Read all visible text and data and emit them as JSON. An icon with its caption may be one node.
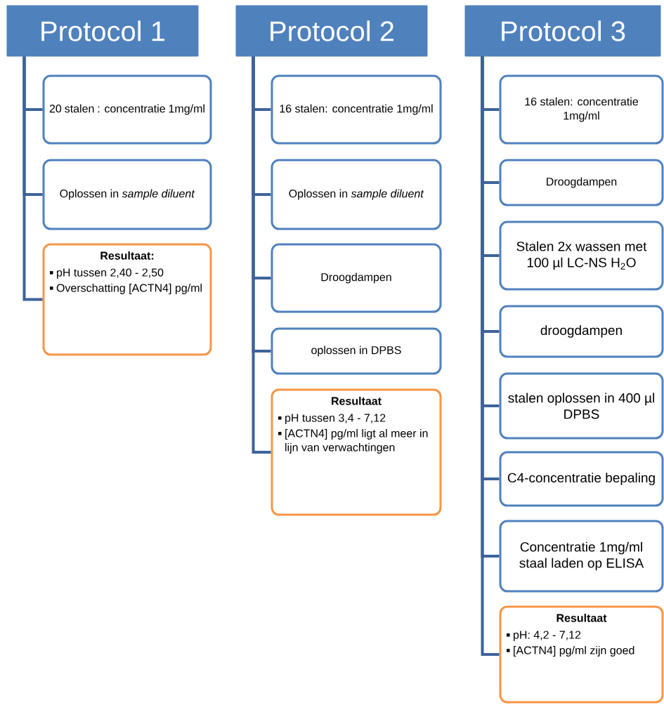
{
  "diagram": {
    "nodes": [
      {
        "text": [
          "Protocol 1"
        ]
      },
      {
        "text": [
          "20 stalen : concentratie 1mg/ml"
        ]
      },
      {
        "text": [
          "Oplossen in *sample diluent*"
        ]
      },
      {
        "text": [
          "Resultaat:",
          "pH tussen 2,40 - 2,50",
          "Overschatting [ACTN4] pg/ml"
        ]
      },
      {
        "text": [
          "Protocol 2"
        ]
      },
      {
        "text": [
          "16 stalen: concentratie 1mg/ml"
        ]
      },
      {
        "text": [
          "Oplossen in *sample diluent*"
        ]
      },
      {
        "text": [
          "Droogdampen"
        ]
      },
      {
        "text": [
          "oplossen in DPBS"
        ]
      },
      {
        "text": [
          "Resultaat",
          "pH tussen 3,4 - 7,12",
          "[ACTN4] pg/ml ligt al meer in lijn van verwachtingen"
        ]
      },
      {
        "text": [
          "Protocol 3"
        ]
      },
      {
        "text": [
          "16 stalen: concentratie 1mg/ml"
        ]
      },
      {
        "text": [
          "Droogdampen"
        ]
      },
      {
        "text": [
          "Stalen 2x wassen met 100 µl LC-NS H$_{2}$O"
        ]
      },
      {
        "text": [
          "droogdampen"
        ]
      },
      {
        "text": [
          "stalen oplossen in 400 µl DPBS"
        ]
      },
      {
        "text": [
          "C4-concentratie bepaling"
        ]
      },
      {
        "text": [
          "Concentratie 1mg/ml staal laden op ELISA"
        ]
      },
      {
        "text": [
          "Resultaat",
          "pH: 4,2 - 7,12",
          "[ACTN4] pg/ml zijn goed"
        ]
      }
    ],
    "edges": [
      {
        "from": 0,
        "to": 1,
        "arrow": "none"
      },
      {
        "from": 0,
        "to": 2,
        "arrow": "none"
      },
      {
        "from": 0,
        "to": 3,
        "arrow": "none"
      },
      {
        "from": 4,
        "to": 5,
        "arrow": "none"
      },
      {
        "from": 4,
        "to": 6,
        "arrow": "none"
      },
      {
        "from": 4,
        "to": 7,
        "arrow": "none"
      },
      {
        "from": 4,
        "to": 8,
        "arrow": "none"
      },
      {
        "from": 4,
        "to": 9,
        "arrow": "none"
      },
      {
        "from": 10,
        "to": 11,
        "arrow": "none"
      },
      {
        "from": 10,
        "to": 12,
        "arrow": "none"
      },
      {
        "from": 10,
        "to": 13,
        "arrow": "none"
      },
      {
        "from": 10,
        "to": 14,
        "arrow": "none"
      },
      {
        "from": 10,
        "to": 15,
        "arrow": "none"
      },
      {
        "from": 10,
        "to": 16,
        "arrow": "none"
      },
      {
        "from": 10,
        "to": 17,
        "arrow": "none"
      },
      {
        "from": 10,
        "to": 18,
        "arrow": "none"
      }
    ]
  }
}
